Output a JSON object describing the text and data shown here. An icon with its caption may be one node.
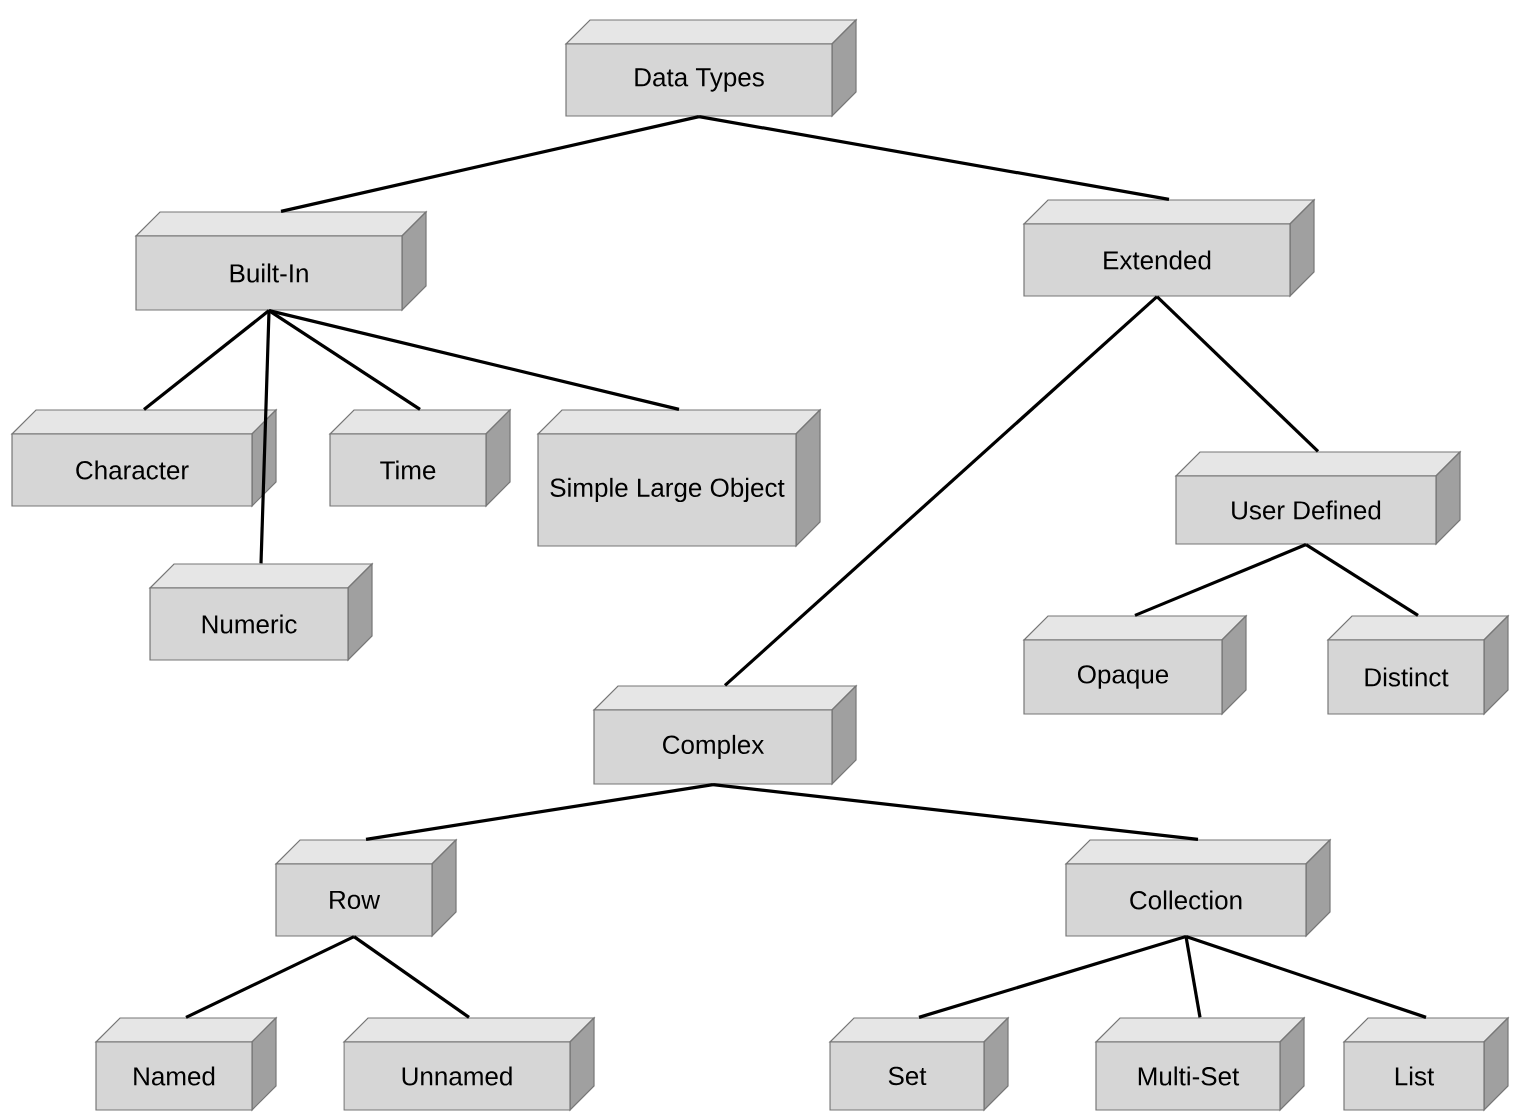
{
  "diagram": {
    "nodes": [
      {
        "text": [
          "Data Types"
        ]
      },
      {
        "text": [
          "Built-In"
        ]
      },
      {
        "text": [
          "Extended"
        ]
      },
      {
        "text": [
          "Character"
        ]
      },
      {
        "text": [
          "Numeric"
        ]
      },
      {
        "text": [
          "Time"
        ]
      },
      {
        "text": [
          "Simple Large Object"
        ]
      },
      {
        "text": [
          "User Defined"
        ]
      },
      {
        "text": [
          "Opaque"
        ]
      },
      {
        "text": [
          "Distinct"
        ]
      },
      {
        "text": [
          "Complex"
        ]
      },
      {
        "text": [
          "Row"
        ]
      },
      {
        "text": [
          "Collection"
        ]
      },
      {
        "text": [
          "Named"
        ]
      },
      {
        "text": [
          "Unnamed"
        ]
      },
      {
        "text": [
          "Set"
        ]
      },
      {
        "text": [
          "Multi-Set"
        ]
      },
      {
        "text": [
          "List"
        ]
      }
    ],
    "edges": [
      {
        "from": 0,
        "to": 1,
        "arrow": "none"
      },
      {
        "from": 0,
        "to": 2,
        "arrow": "none"
      },
      {
        "from": 1,
        "to": 3,
        "arrow": "none"
      },
      {
        "from": 1,
        "to": 4,
        "arrow": "none"
      },
      {
        "from": 1,
        "to": 5,
        "arrow": "none"
      },
      {
        "from": 1,
        "to": 6,
        "arrow": "none"
      },
      {
        "from": 2,
        "to": 10,
        "arrow": "none"
      },
      {
        "from": 2,
        "to": 7,
        "arrow": "none"
      },
      {
        "from": 7,
        "to": 8,
        "arrow": "none"
      },
      {
        "from": 7,
        "to": 9,
        "arrow": "none"
      },
      {
        "from": 10,
        "to": 11,
        "arrow": "none"
      },
      {
        "from": 10,
        "to": 12,
        "arrow": "none"
      },
      {
        "from": 11,
        "to": 13,
        "arrow": "none"
      },
      {
        "from": 11,
        "to": 14,
        "arrow": "none"
      },
      {
        "from": 12,
        "to": 15,
        "arrow": "none"
      },
      {
        "from": 12,
        "to": 16,
        "arrow": "none"
      },
      {
        "from": 12,
        "to": 17,
        "arrow": "none"
      }
    ]
  }
}
